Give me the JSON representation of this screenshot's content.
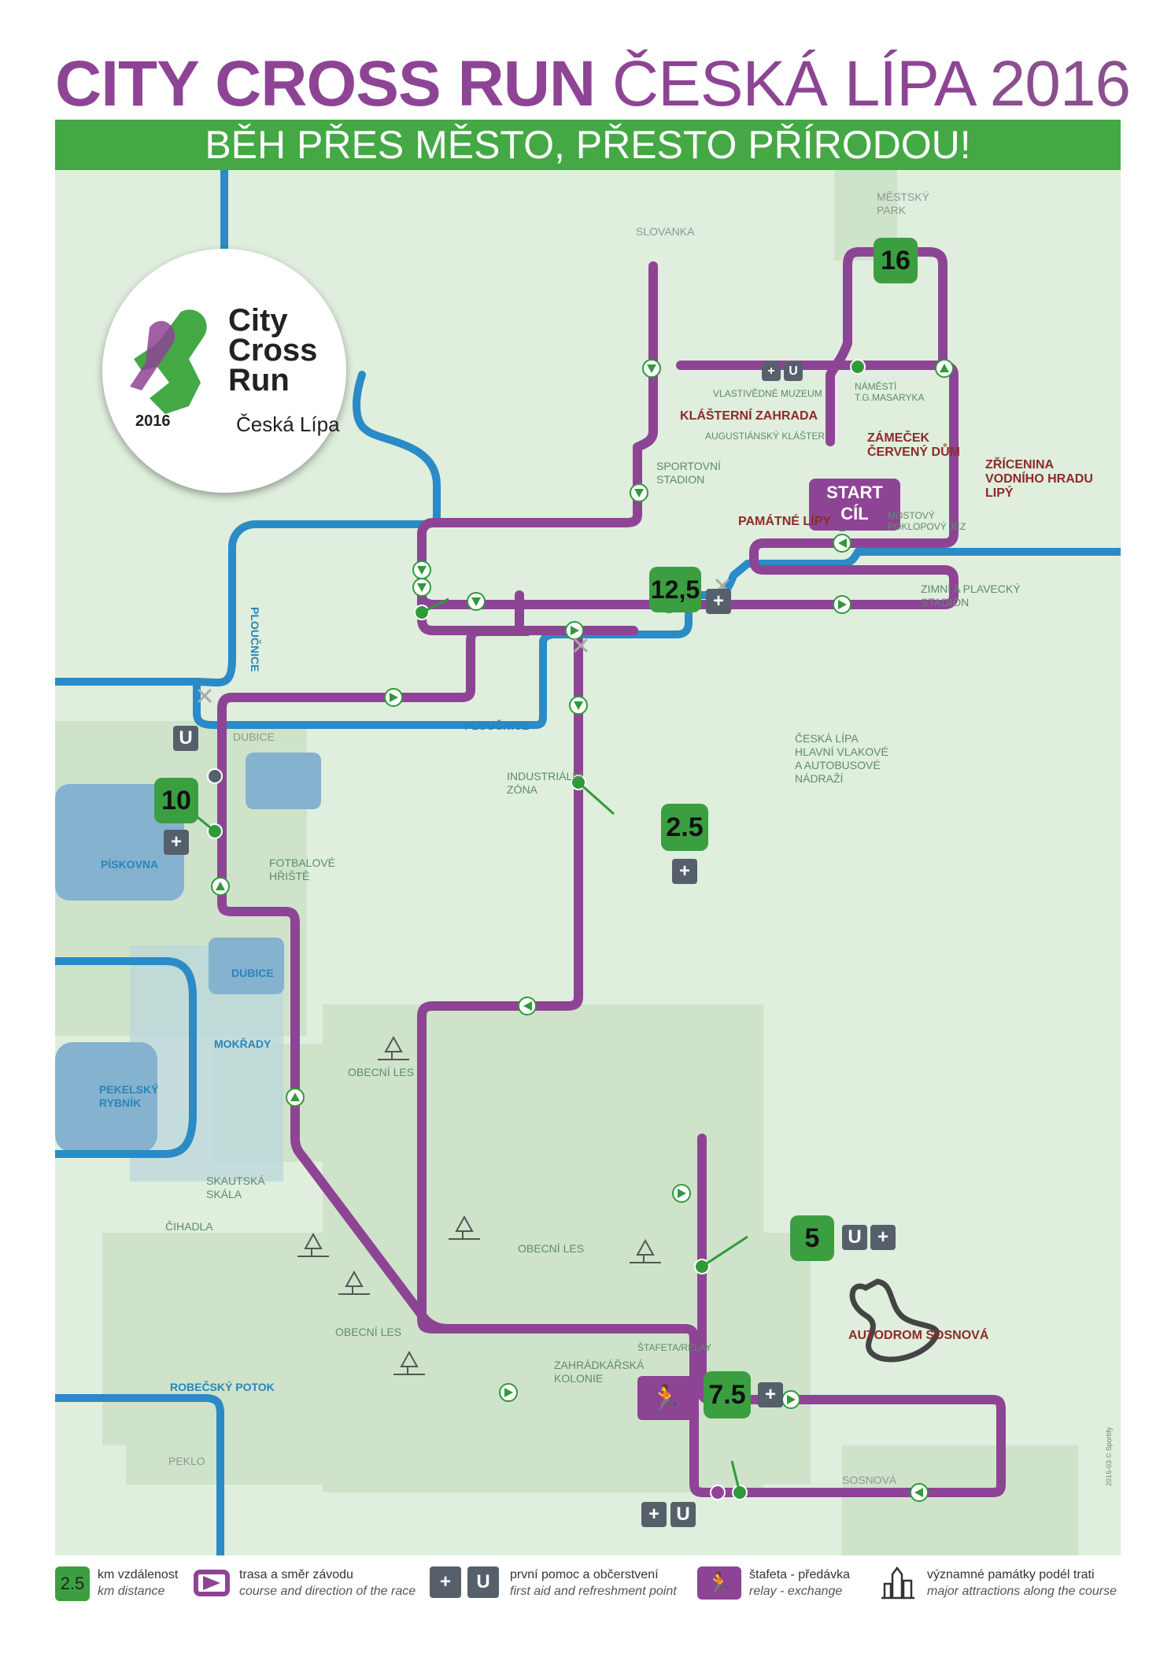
{
  "title": {
    "part1": "CITY CROSS RUN",
    "part2": "ČESKÁ LÍPA",
    "part3": "2016"
  },
  "subtitle": "BĚH PŘES MĚSTO, PŘESTO PŘÍRODOU!",
  "logo": {
    "line1": "City",
    "line2": "Cross",
    "line3": "Run",
    "year": "2016",
    "city": "Česká Lípa"
  },
  "start": {
    "line1": "START",
    "line2": "CÍL"
  },
  "km_markers": [
    "16",
    "12,5",
    "10",
    "2.5",
    "5",
    "7.5"
  ],
  "places": {
    "mestsky_park": "MĚSTSKÝ\nPARK",
    "slovanka": "SLOVANKA",
    "namesti": "NÁMĚSTÍ\nT.G.MASARYKA",
    "muzeum": "VLASTIVĚDNÉ MUZEUM",
    "klasterni": "KLÁŠTERNÍ ZAHRADA",
    "augustinsky": "AUGUSTIÁNSKÝ KLÁŠTER",
    "zamecek": "ZÁMEČEK\nČERVENÝ DŮM",
    "zricenina": "ZŘÍCENINA\nVODNÍHO HRADU\nLIPÝ",
    "sportovni": "SPORTOVNÍ\nSTADION",
    "pamatne": "PAMÁTNÉ LÍPY",
    "mostovy": "MOSTOVÝ\nPOKLOPOVÝ JEZ",
    "zimni": "ZIMNÍ A PLAVECKÝ\nSTADION",
    "ploucnice1": "PLOUČNICE",
    "ploucnice2": "PLOUČNICE",
    "dubice": "DUBICE",
    "industrialni": "INDUSTRIÁLNÍ\nZÓNA",
    "nadrazi": "ČESKÁ LÍPA\nHLAVNÍ VLAKOVÉ\nA AUTOBUSOVÉ\nNÁDRAŽÍ",
    "piskovna": "PÍSKOVNA",
    "fotbalove": "FOTBALOVÉ\nHŘIŠTĚ",
    "dubice_lake": "DUBICE",
    "mokrady": "MOKŘADY",
    "pekelsky": "PEKELSKÝ\nRYBNÍK",
    "obecni_les1": "OBECNÍ LES",
    "skautska": "SKAUTSKÁ\nSKÁLA",
    "cihadla": "ČIHADLA",
    "obecni_les2": "OBECNÍ LES",
    "obecni_les3": "OBECNÍ LES",
    "zahradkarska": "ZAHRÁDKÁŘSKÁ\nKOLONIE",
    "stafeta": "ŠTAFETA/RELAY",
    "autodrom": "AUTODROM SOSNOVÁ",
    "robecsky": "ROBEČSKÝ POTOK",
    "peklo": "PEKLO",
    "sosnova": "SOSNOVÁ"
  },
  "credit": "2016-03 © Sportify",
  "legend": {
    "km": {
      "sample": "2.5",
      "cz": "km vzdálenost",
      "en": "km distance"
    },
    "course": {
      "cz": "trasa a směr závodu",
      "en": "course and direction of the race"
    },
    "aid": {
      "cz": "první pomoc a občerstvení",
      "en": "first aid and refreshment point"
    },
    "relay": {
      "cz": "štafeta - předávka",
      "en": "relay - exchange"
    },
    "attractions": {
      "cz": "významné památky podél trati",
      "en": "major attractions along the course"
    }
  },
  "colors": {
    "purple": "#8e4494",
    "green": "#3b9f41",
    "river": "#2a8bc6",
    "map_bg": "#dfeedd",
    "forest": "#cfe3cb",
    "red_label": "#8e2a2a"
  }
}
